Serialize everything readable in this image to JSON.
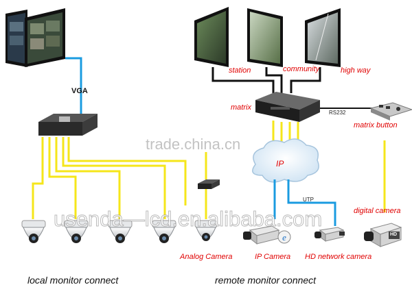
{
  "labels": {
    "vga": "VGA",
    "station": "station",
    "community": "community",
    "highway": "high way",
    "matrix": "matrix",
    "rs232": "RS232",
    "matrix_button": "matrix button",
    "ip": "IP",
    "utp": "UTP",
    "digital_camera": "digital camera",
    "analog_camera": "Analog Camera",
    "ip_camera": "IP Camera",
    "hd_network_camera": "HD network camera",
    "local_monitor_connect": "local monitor connect",
    "remote_monitor_connect": "remote monitor connect",
    "hd_badge": "HD"
  },
  "watermarks": {
    "trade": "trade.china.cn",
    "usenda": "usenda—lcd.en.alibaba.com"
  },
  "colors": {
    "blue_line": "#1a9be0",
    "yellow_line": "#f5e61a",
    "black_line": "#111111",
    "label_red": "#e00000"
  }
}
